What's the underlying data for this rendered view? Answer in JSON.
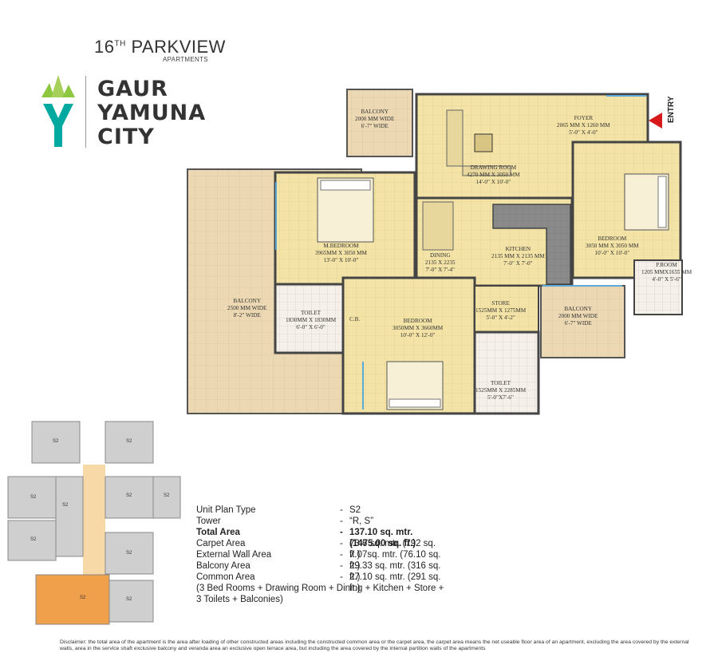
{
  "header": {
    "title_main": "16",
    "title_sup": "TH",
    "title_rest": " PARKVIEW",
    "subtitle": "APARTMENTS"
  },
  "brand": {
    "line1": "GAUR",
    "line2": "YAMUNA",
    "line3": "CITY",
    "colors": {
      "green": "#8dc63f",
      "teal": "#00a9a0",
      "dark": "#333333"
    }
  },
  "plan": {
    "entry_label": "ENTRY",
    "rooms": {
      "balcony_top": [
        "BALCONY",
        "2000 MM WIDE",
        "6'-7\" WIDE"
      ],
      "foyer": [
        "FOYER",
        "2065 MM X 1260 MM",
        "5'-0\" X 4'-0\""
      ],
      "drawing": [
        "DRAWING ROOM",
        "4270 MM X 3050 MM",
        "14'-0\" X 10'-0\""
      ],
      "mbed": [
        "M.BEDROOM",
        "3965MM X 3050 MM",
        "13'-0\" X 10'-0\""
      ],
      "dining": [
        "DINING",
        "2135 X 2235",
        "7'-0\" X 7'-4\""
      ],
      "kitchen": [
        "KITCHEN",
        "2135 MM X 2135 MM",
        "7'-0\" X 7'-0\""
      ],
      "bedroom_right": [
        "BEDROOM",
        "3050 MM X 3050 MM",
        "10'-0\" X 10'-0\""
      ],
      "proom": [
        "P.ROOM",
        "1205 MMX1655 MM",
        "4'-0\" X 5'-6\""
      ],
      "balcony_left": [
        "BALCONY",
        "2500 MM WIDE",
        "8'-2\" WIDE"
      ],
      "toilet_left": [
        "TOILET",
        "1830MM X 1830MM",
        "6'-0\" X 6'-0\""
      ],
      "cb": [
        "C.B."
      ],
      "bedroom_center": [
        "BEDROOM",
        "3050MM X 3660MM",
        "10'-0\" X 12'-0\""
      ],
      "store": [
        "STORE",
        "1525MM X 1275MM",
        "5'-0\" X 4'-2\""
      ],
      "balcony_right": [
        "BALCONY",
        "2000 MM WIDE",
        "6'-7\" WIDE"
      ],
      "toilet_right": [
        "TOILET",
        "1525MM X 2285MM",
        "5'-0\"X7'-6\""
      ]
    }
  },
  "keyplan": {
    "unit_labels": [
      "S2",
      "S2",
      "S2",
      "S2",
      "S2",
      "S2",
      "S2",
      "S2",
      "S2",
      "S2"
    ],
    "highlight_color": "#f0a04b",
    "corridor_color": "#f7d9a8"
  },
  "specs": [
    {
      "key": "Unit Plan Type",
      "sep": "-",
      "value": "S2",
      "bold": false
    },
    {
      "key": "Tower",
      "sep": "-",
      "value": "“R, S”",
      "bold": false
    },
    {
      "key": "Total Area",
      "sep": "-",
      "value": "137.10 sq. mtr. (1475.00 sq. ft.)",
      "bold": true
    },
    {
      "key": "Carpet Area",
      "sep": "-",
      "value": "73.6 sq. mtr. (792 sq. ft.)",
      "bold": false
    },
    {
      "key": "External Wall Area",
      "sep": "-",
      "value": "7.07sq. mtr. (76.10 sq. ft.)",
      "bold": false
    },
    {
      "key": "Balcony Area",
      "sep": "-",
      "value": "29.33 sq. mtr. (316 sq. ft.)",
      "bold": false
    },
    {
      "key": "Common Area",
      "sep": "-",
      "value": "27.10 sq. mtr. (291 sq. ft.)",
      "bold": false
    }
  ],
  "composition": [
    "(3 Bed Rooms + Drawing Room + Dining + Kitchen + Store +",
    "3 Toilets + Balconies)"
  ],
  "disclaimer": "Disclaimer: the total area of the apartment is the area after loading of other constructed areas including the constructed common area or the carpet area, the carpet area means the net useable floor area of an apartment, excluding the area covered by the external walls, area in the service shaft exclusive balcony and veranda area an exclusive open terrace area, but including the area covered by the internal partition walls of the apartments"
}
